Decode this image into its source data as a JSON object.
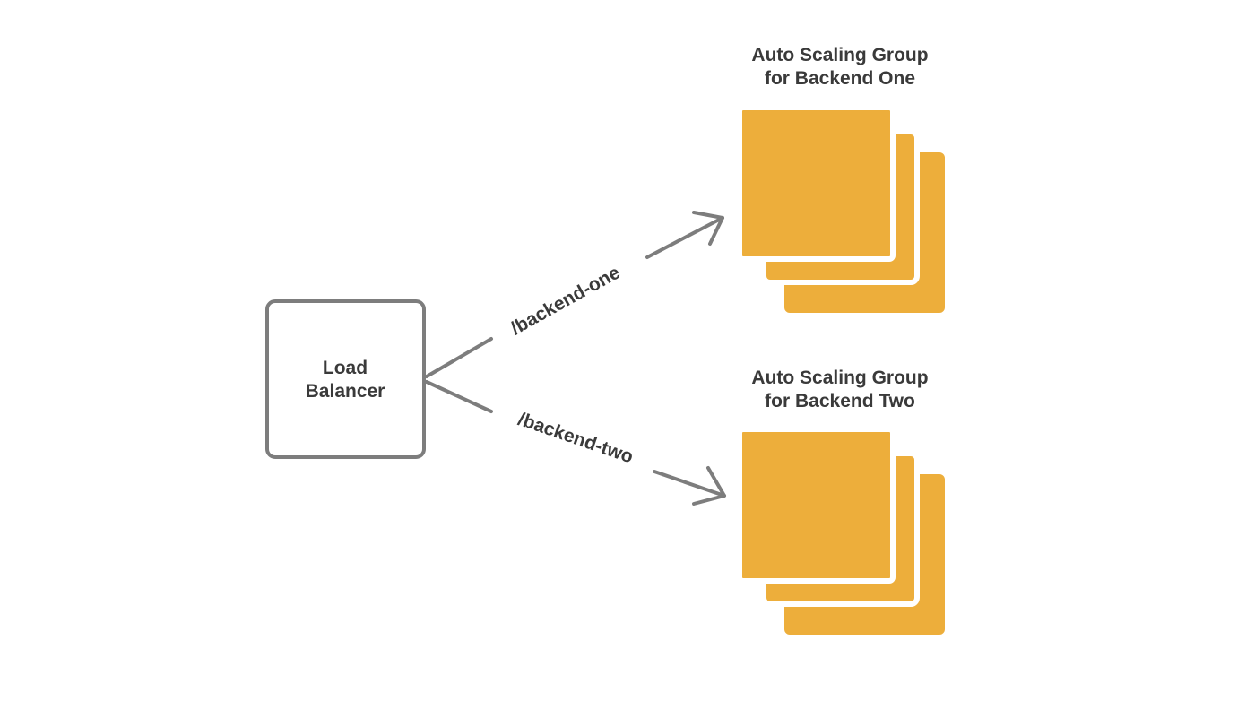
{
  "load_balancer": {
    "line1": "Load",
    "line2": "Balancer"
  },
  "routes": [
    {
      "label": "/backend-one"
    },
    {
      "label": "/backend-two"
    }
  ],
  "groups": [
    {
      "title_line1": "Auto Scaling Group",
      "title_line2": "for Backend One"
    },
    {
      "title_line1": "Auto Scaling Group",
      "title_line2": "for Backend Two"
    }
  ],
  "colors": {
    "instance_fill": "#EDAE3B",
    "line_stroke": "#7d7d7d",
    "text": "#3a3a3a",
    "background": "#ffffff"
  }
}
